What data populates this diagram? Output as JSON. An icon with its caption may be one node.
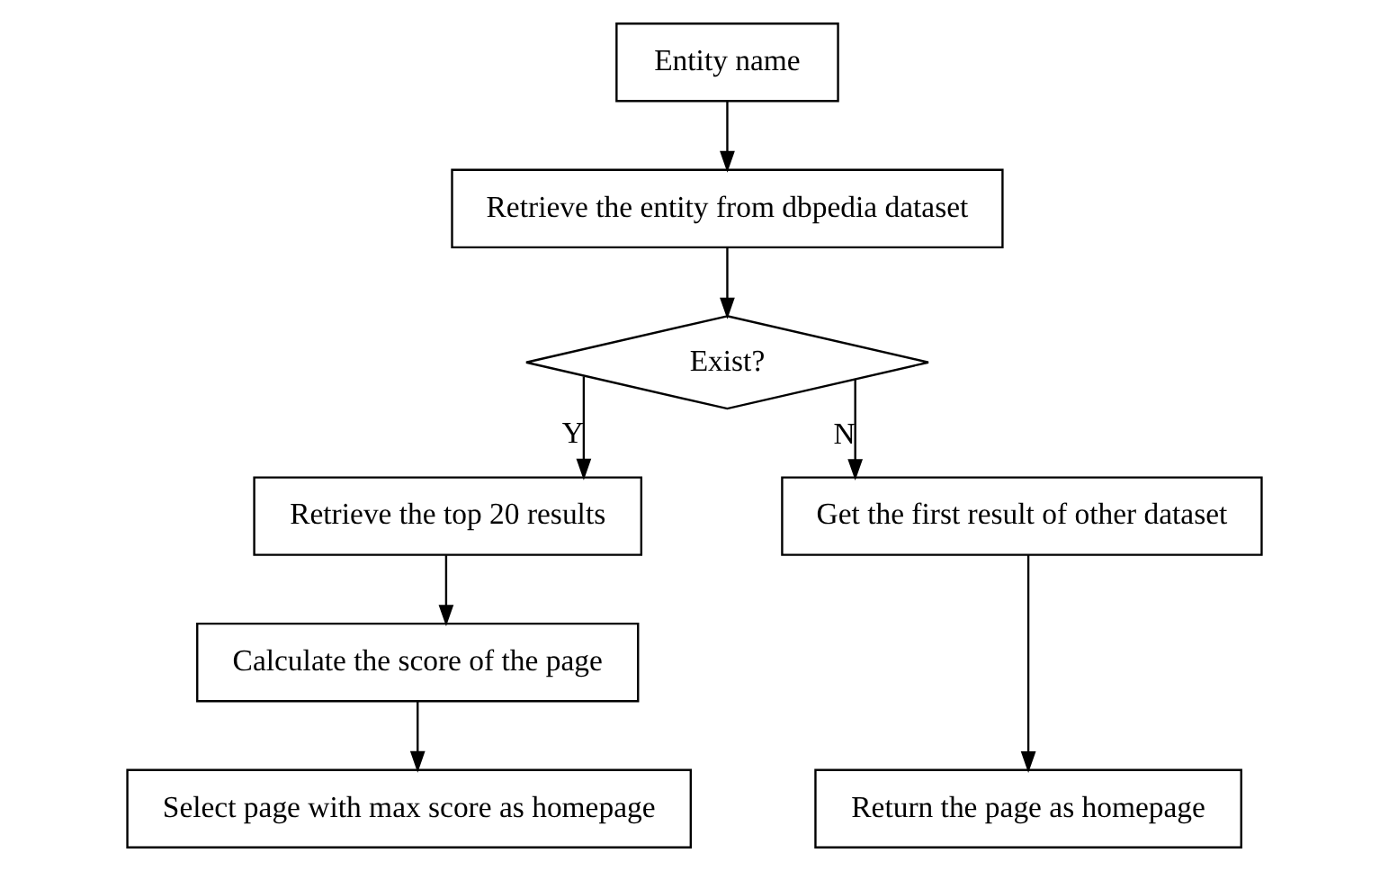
{
  "diagram": {
    "nodes": [
      {
        "text": [
          "Entity name"
        ]
      },
      {
        "text": [
          "Retrieve the entity from dbpedia dataset"
        ]
      },
      {
        "text": [
          "Exist?"
        ]
      },
      {
        "text": [
          "Retrieve the top 20 results"
        ]
      },
      {
        "text": [
          "Get the first result of other dataset"
        ]
      },
      {
        "text": [
          "Calculate the score of the page"
        ]
      },
      {
        "text": [
          "Select page with max score as homepage"
        ]
      },
      {
        "text": [
          "Return the page as homepage"
        ]
      }
    ],
    "edges": [
      {
        "from": 0,
        "to": 1,
        "arrow": "to"
      },
      {
        "from": 1,
        "to": 2,
        "arrow": "to"
      },
      {
        "from": 2,
        "to": 3,
        "arrow": "to",
        "label": "Y"
      },
      {
        "from": 2,
        "to": 4,
        "arrow": "to",
        "label": "N"
      },
      {
        "from": 3,
        "to": 5,
        "arrow": "to"
      },
      {
        "from": 5,
        "to": 6,
        "arrow": "to"
      },
      {
        "from": 4,
        "to": 7,
        "arrow": "to"
      }
    ]
  }
}
